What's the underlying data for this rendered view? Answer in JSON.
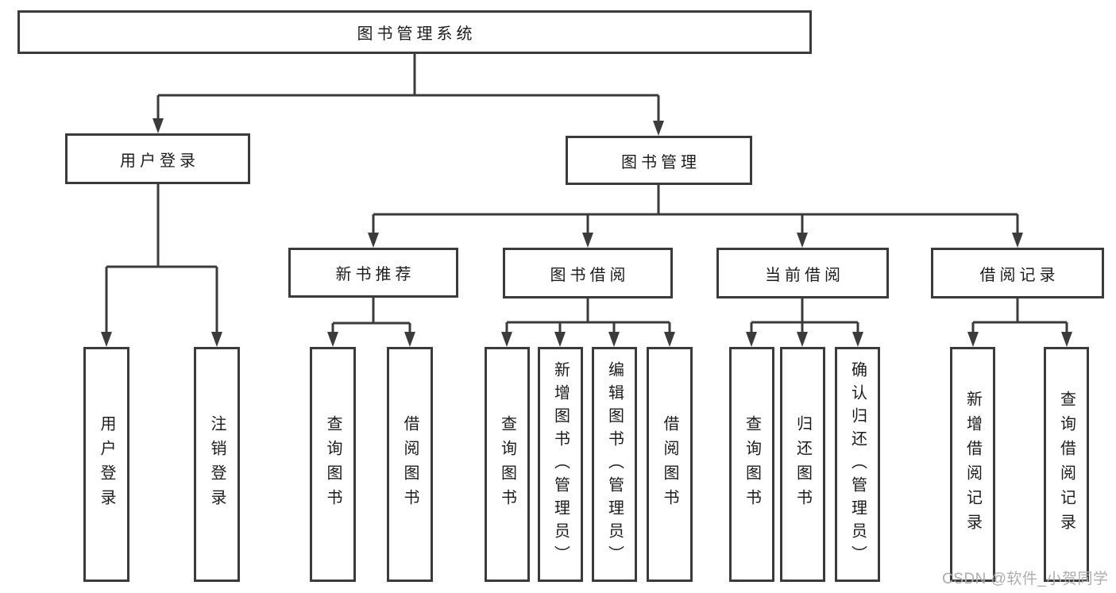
{
  "diagram": {
    "root": "图书管理系统",
    "branches": [
      {
        "label": "用户登录",
        "children": [
          "用户登录",
          "注销登录"
        ]
      },
      {
        "label": "图书管理",
        "sections": [
          {
            "label": "新书推荐",
            "children": [
              "查询图书",
              "借阅图书"
            ]
          },
          {
            "label": "图书借阅",
            "children": [
              "查询图书",
              "新增图书（管理员）",
              "编辑图书（管理员）",
              "借阅图书"
            ]
          },
          {
            "label": "当前借阅",
            "children": [
              "查询图书",
              "归还图书",
              "确认归还（管理员）"
            ]
          },
          {
            "label": "借阅记录",
            "children": [
              "新增借阅记录",
              "查询借阅记录"
            ]
          }
        ]
      }
    ]
  },
  "watermark": {
    "text": "CSDN @软件_小贺同学"
  },
  "colors": {
    "line": "#3b3b3b",
    "text": "#1c1c1c",
    "box_background": "#ffffff",
    "watermark": "#adadad"
  }
}
